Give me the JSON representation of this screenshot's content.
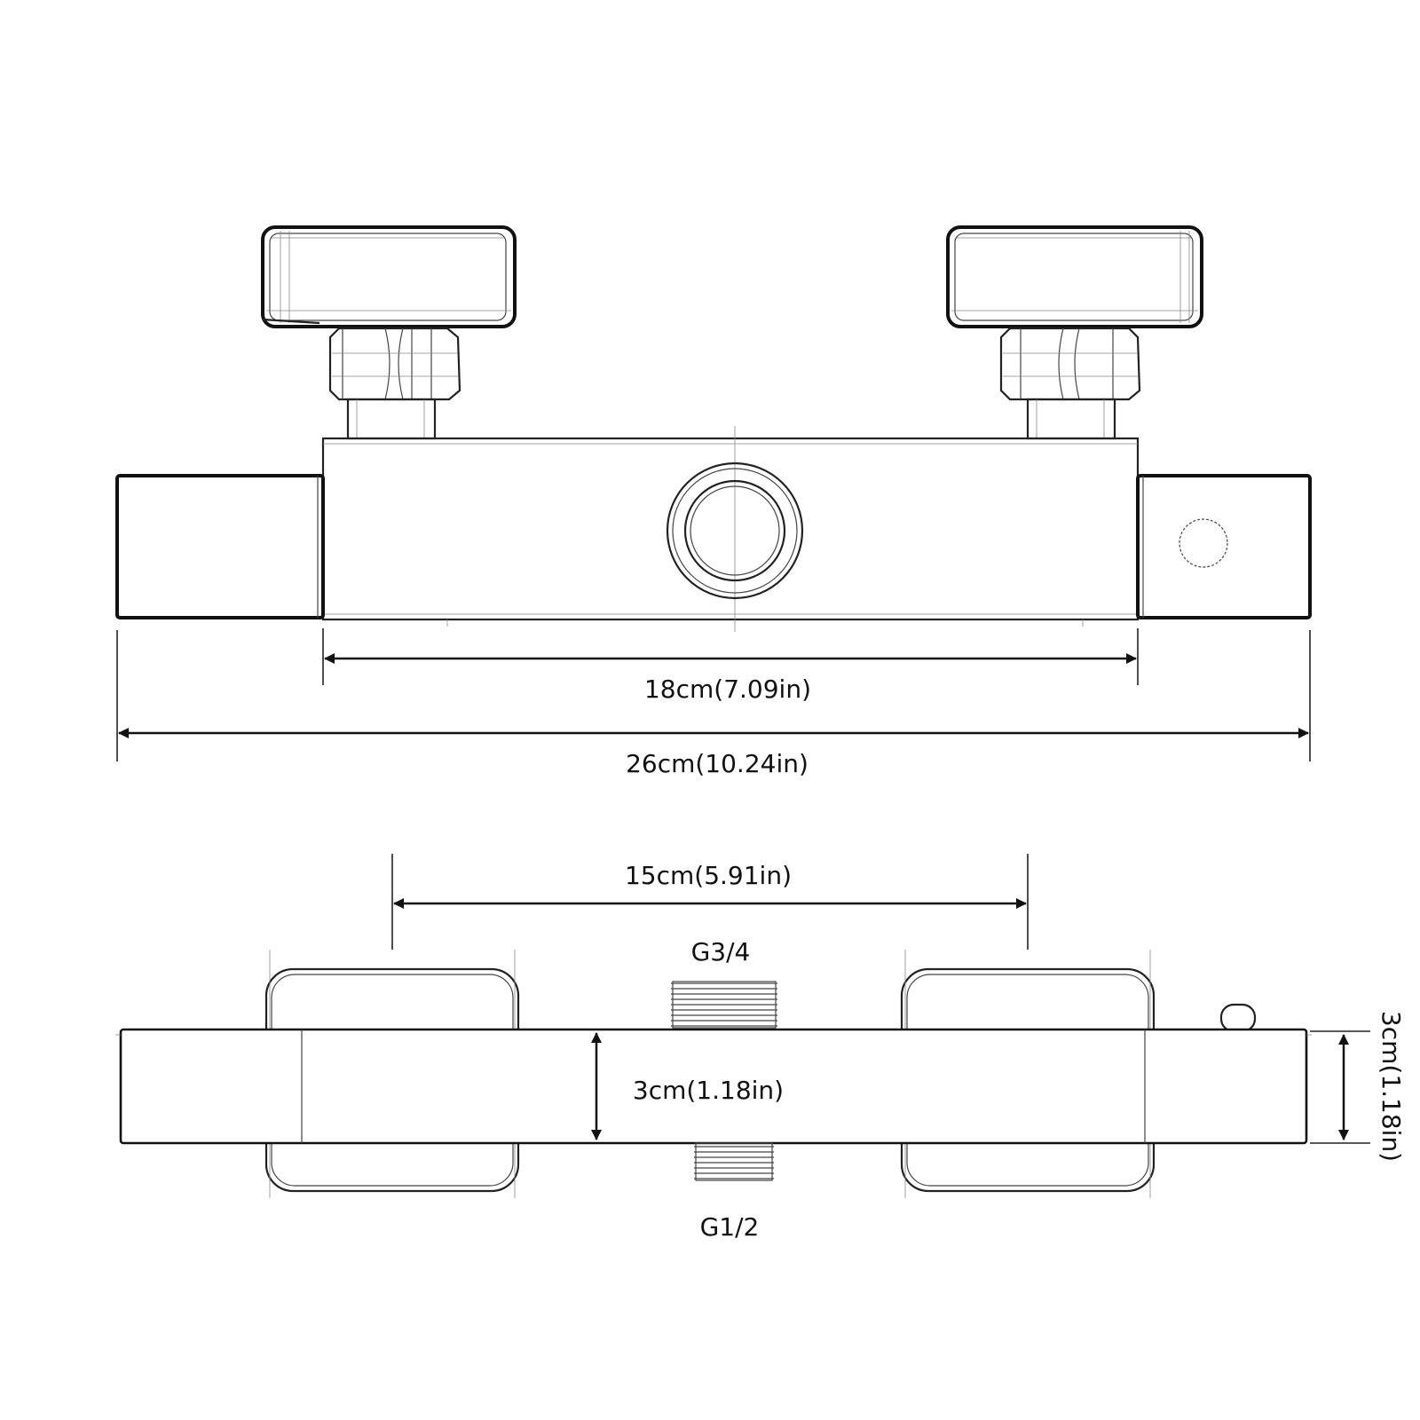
{
  "front_view": {
    "inner_width_label": "18cm(7.09in)",
    "total_width_label": "26cm(10.24in)"
  },
  "top_view": {
    "handle_spacing_label": "15cm(5.91in)",
    "inlet_label": "G3/4",
    "outlet_label": "G1/2",
    "body_height_label": "3cm(1.18in)",
    "side_height_label": "3cm(1.18in)"
  }
}
